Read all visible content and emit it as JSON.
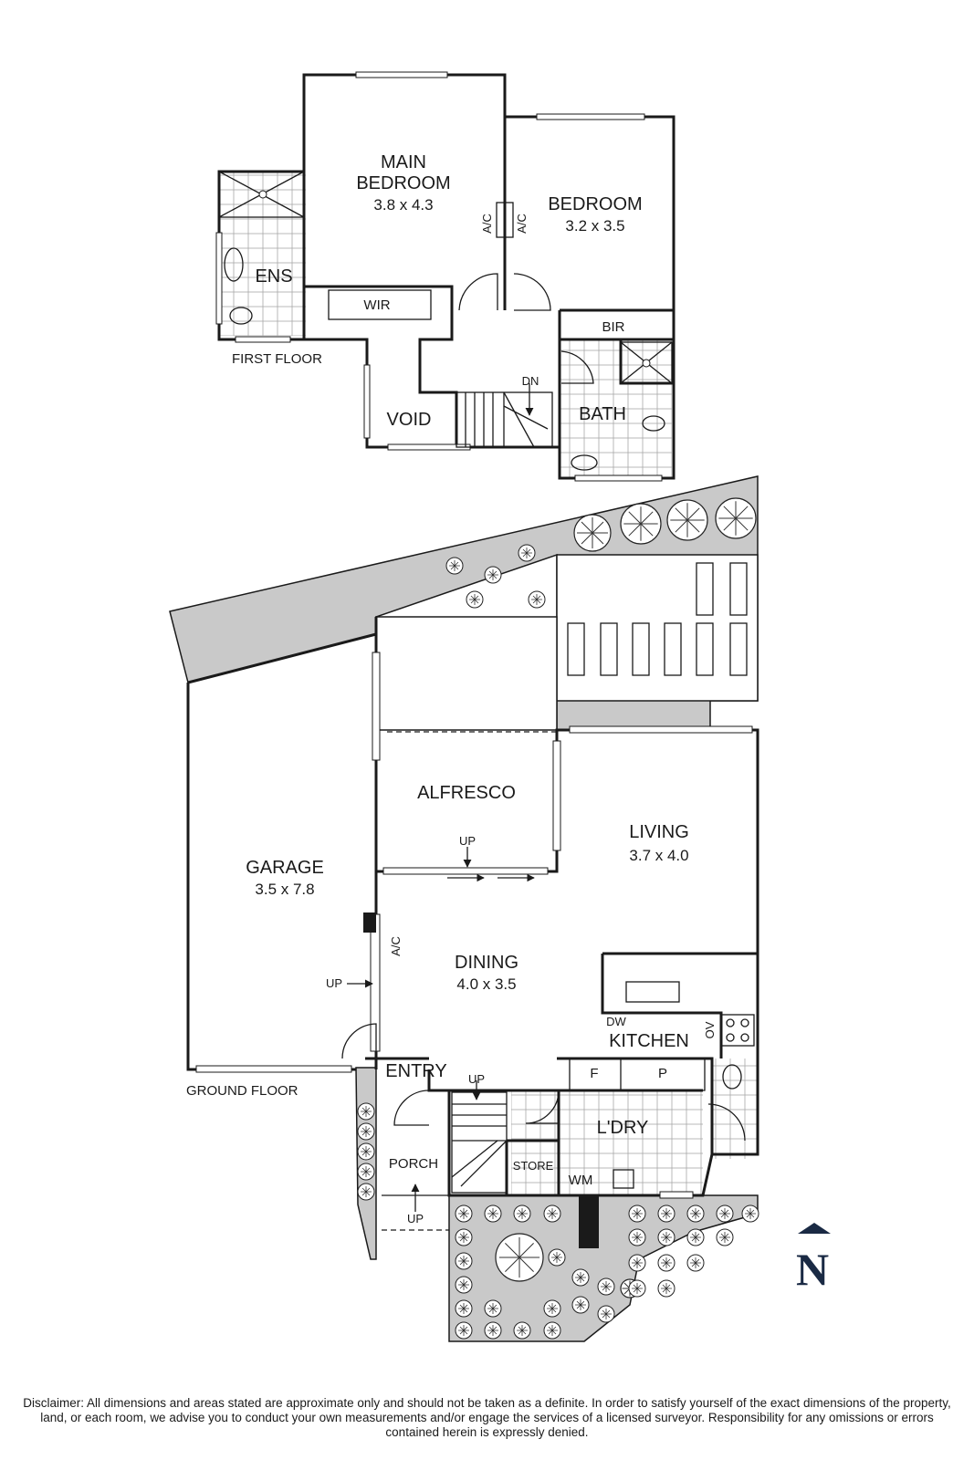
{
  "first_floor": {
    "label": "FIRST FLOOR",
    "rooms": {
      "main_bedroom": {
        "name_line1": "MAIN",
        "name_line2": "BEDROOM",
        "dims": "3.8 x 4.3"
      },
      "bedroom": {
        "name": "BEDROOM",
        "dims": "3.2 x 3.5"
      },
      "ens": "ENS",
      "wir": "WIR",
      "bir": "BIR",
      "bath": "BATH",
      "void": "VOID"
    },
    "ac_left": "A/C",
    "ac_right": "A/C",
    "stair_dn": "DN"
  },
  "ground_floor": {
    "label": "GROUND FLOOR",
    "rooms": {
      "garage": {
        "name": "GARAGE",
        "dims": "3.5 x 7.8"
      },
      "alfresco": "ALFRESCO",
      "living": {
        "name": "LIVING",
        "dims": "3.7 x 4.0"
      },
      "dining": {
        "name": "DINING",
        "dims": "4.0 x 3.5"
      },
      "kitchen": "KITCHEN",
      "entry": "ENTRY",
      "porch": "PORCH",
      "laundry": "L'DRY",
      "store": "STORE"
    },
    "fixtures": {
      "dw": "DW",
      "ov": "OV",
      "fridge": "F",
      "pantry": "P",
      "wm": "WM",
      "ac": "A/C"
    },
    "up_alfresco": "UP",
    "up_garage": "UP",
    "up_stair": "UP",
    "up_porch": "UP"
  },
  "compass": "N",
  "disclaimer": "Disclaimer: All dimensions and areas stated are approximate only and should not be taken as a definite. In order to satisfy yourself of the exact dimensions of the property, land, or each room, we advise you to conduct your own measurements and/or engage the services of a licensed surveyor. Responsibility for any omissions or errors contained herein is expressly denied.",
  "colors": {
    "line": "#1a1a1a",
    "garden": "#c9c9c9",
    "compass": "#1a2a44"
  }
}
